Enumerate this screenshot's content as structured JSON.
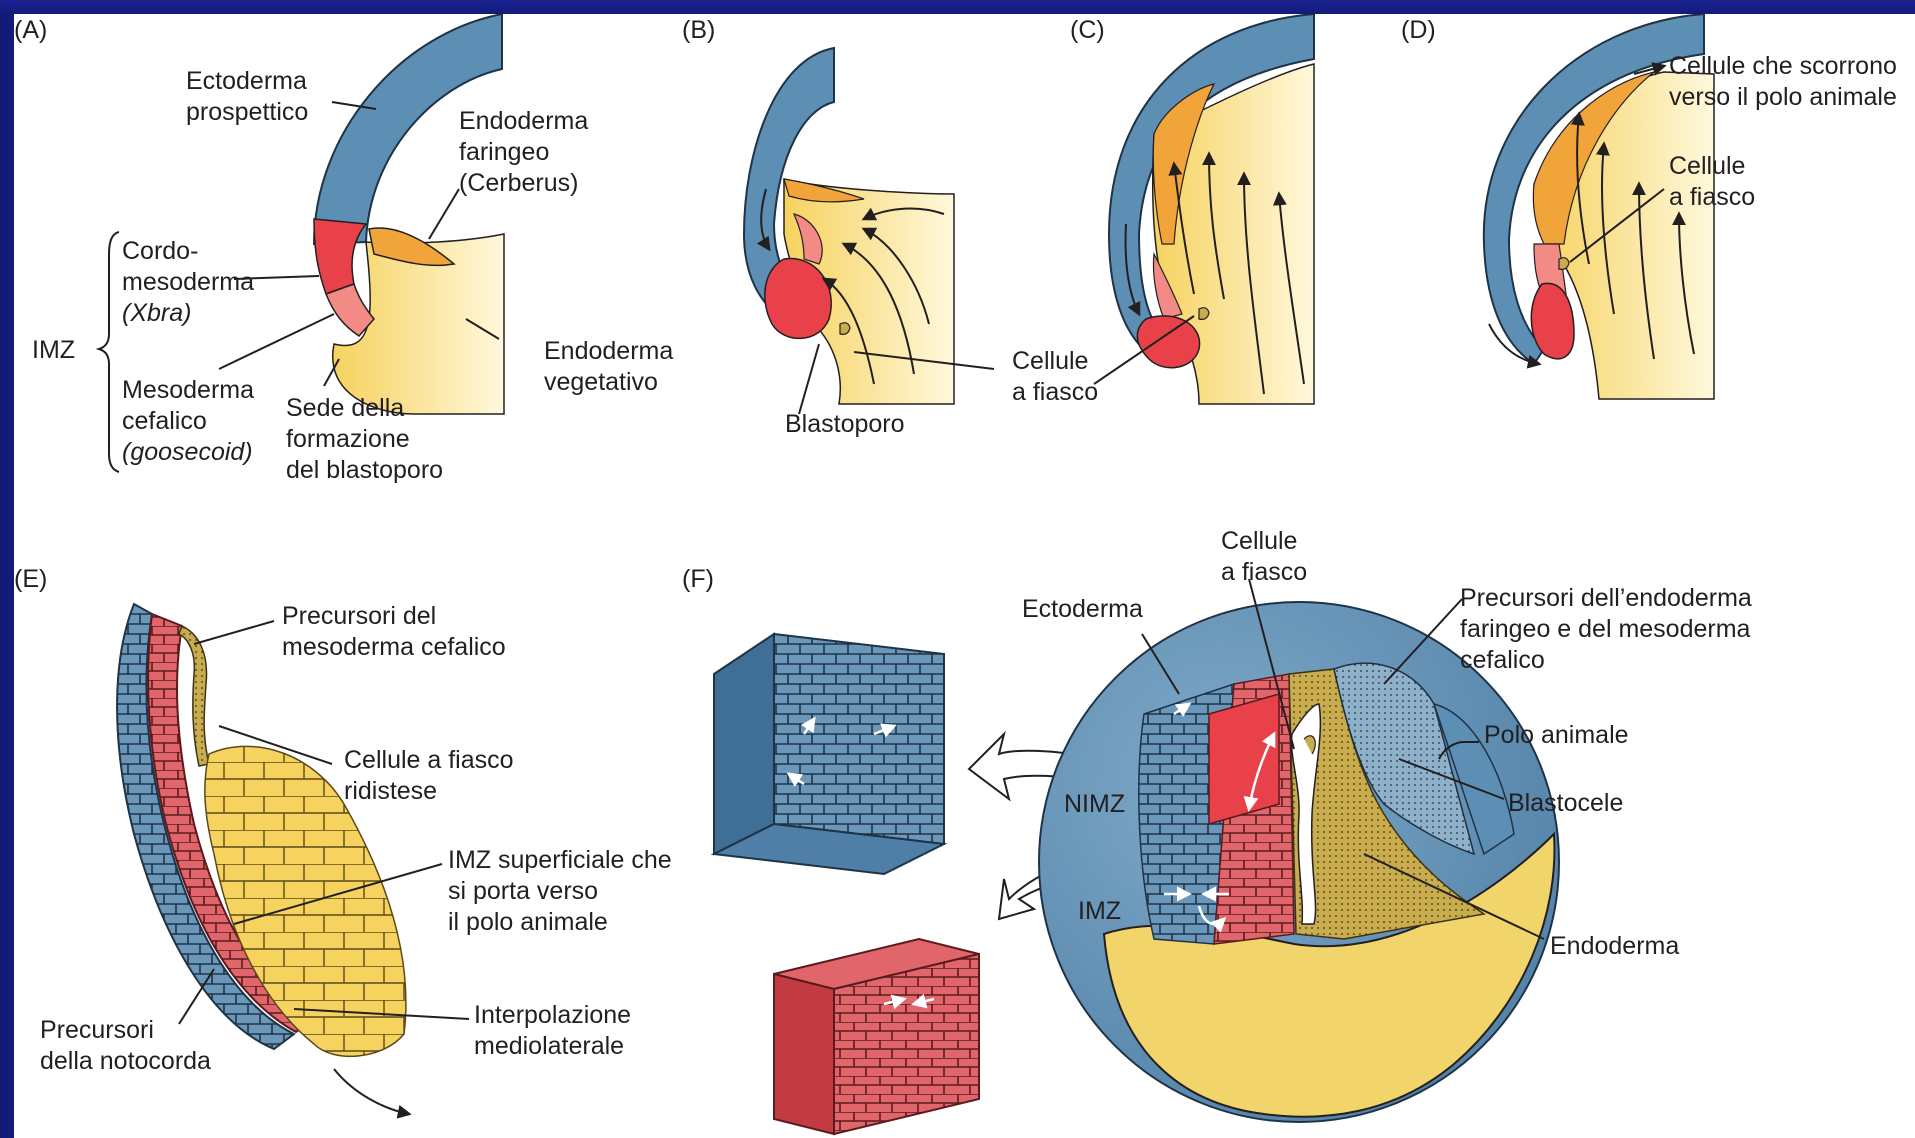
{
  "colors": {
    "background": "#131a7a",
    "ectoderm": "#5d8fb5",
    "endoderm": "#f6d25e",
    "pharyngeal_endoderm": "#f0a43a",
    "mesoderm": "#e8414a",
    "head_mesoderm": "#f28b86",
    "bottle_cells": "#c9ac4e"
  },
  "panels": {
    "A": {
      "letter": "(A)",
      "ectoderma_1": "Ectoderma",
      "ectoderma_2": "prospettico",
      "endoderma_far_1": "Endoderma",
      "endoderma_far_2": "faringeo",
      "endoderma_far_3": "(Cerberus)",
      "cordo_1": "Cordo-",
      "cordo_2": "mesoderma",
      "cordo_3": "(Xbra)",
      "imz": "IMZ",
      "meso_cef_1": "Mesoderma",
      "meso_cef_2": "cefalico",
      "meso_cef_3": "(goosecoid)",
      "sede_1": "Sede della",
      "sede_2": "formazione",
      "sede_3": "del blastoporo",
      "endo_veg_1": "Endoderma",
      "endo_veg_2": "vegetativo"
    },
    "B": {
      "letter": "(B)",
      "blastoporo": "Blastoporo"
    },
    "C": {
      "letter": "(C)",
      "cellule_1": "Cellule",
      "cellule_2": "a fiasco"
    },
    "D": {
      "letter": "(D)",
      "scorrono_1": "Cellule che scorrono",
      "scorrono_2": "verso il polo animale",
      "fiasco_1": "Cellule",
      "fiasco_2": "a fiasco"
    },
    "E": {
      "letter": "(E)",
      "prec_meso_1": "Precursori del",
      "prec_meso_2": "mesoderma cefalico",
      "rid_1": "Cellule a fiasco",
      "rid_2": "ridistese",
      "imz_sup_1": "IMZ superficiale che",
      "imz_sup_2": "si porta verso",
      "imz_sup_3": "il polo animale",
      "prec_noto_1": "Precursori",
      "prec_noto_2": "della notocorda",
      "interp_1": "Interpolazione",
      "interp_2": "mediolaterale"
    },
    "F": {
      "letter": "(F)",
      "fiasco_1": "Cellule",
      "fiasco_2": "a fiasco",
      "ectoderma": "Ectoderma",
      "prec_1": "Precursori dell’endoderma",
      "prec_2": "faringeo e del mesoderma",
      "prec_3": "cefalico",
      "polo": "Polo animale",
      "blastocele": "Blastocele",
      "nimz": "NIMZ",
      "imz": "IMZ",
      "endoderma": "Endoderma"
    }
  }
}
